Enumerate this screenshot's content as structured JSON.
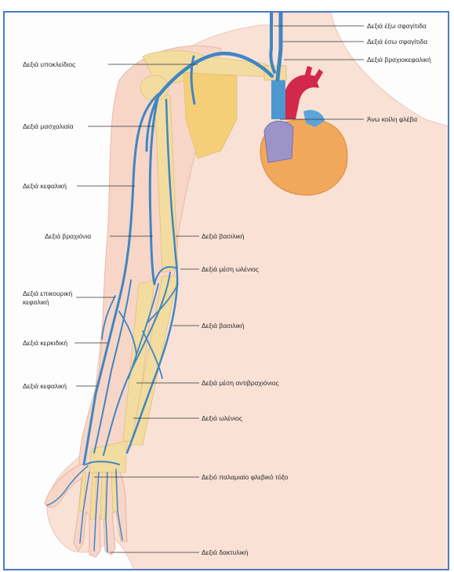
{
  "labels": {
    "ext_jugular": "Δεξιά έξω σφαγίτιδα",
    "int_jugular": "Δεξιά έσω σφαγίτιδα",
    "brachiocephalic": "Δεξιά βραχιοκεφαλική",
    "sup_vena_cava": "Άνω κοίλη φλέβα",
    "subclavian": "Δεξιά υποκλείδιος",
    "axillary": "Δεξιά μασχαλιαία",
    "cephalic_upper": "Δεξιά κεφαλική",
    "brachial": "Δεξιά βραχιόνια",
    "basilic_upper": "Δεξιά βασιλική",
    "median_cubital": "Δεξιά μέση ωλένιος",
    "accessory_cephalic": "Δεξιά επικουρική κεφαλική",
    "radial": "Δεξιά κερκιδική",
    "basilic_lower": "Δεξιά βασιλική",
    "cephalic_lower": "Δεξιά κεφαλική",
    "median_antebrachial": "Δεξιά μέση αντιβραχιόνιος",
    "ulnar": "Δεξιά ωλένιος",
    "palmar_arch": "Δεξιό παλαμιαίο φλεβικό τόξο",
    "digital": "Δεξιά δακτυλική"
  },
  "colors": {
    "frame": "#4a7bc4",
    "vein": "#3f86c2",
    "skin": "#f7d6c8",
    "bone": "#f3dca0",
    "heart": "#f2a85a",
    "aorta": "#d2284a",
    "atrium": "#9c93c9"
  }
}
